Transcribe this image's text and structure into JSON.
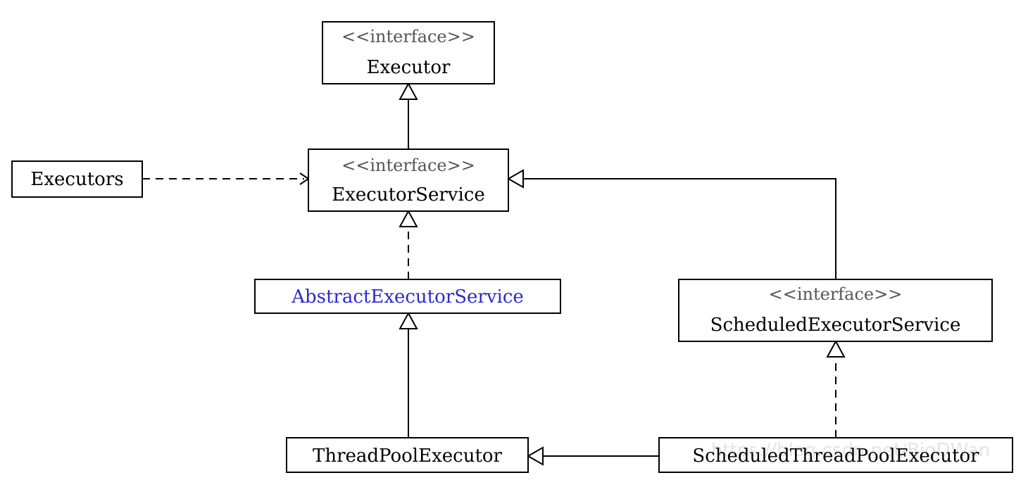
{
  "nodes": {
    "executor": {
      "stereotype": "<<interface>>",
      "name": "Executor"
    },
    "executors": {
      "name": "Executors"
    },
    "executor_service": {
      "stereotype": "<<interface>>",
      "name": "ExecutorService"
    },
    "abstract_executor_service": {
      "name": "AbstractExecutorService",
      "color": "#2a2acf"
    },
    "scheduled_executor_service": {
      "stereotype": "<<interface>>",
      "name": "ScheduledExecutorService"
    },
    "thread_pool_executor": {
      "name": "ThreadPoolExecutor"
    },
    "scheduled_thread_pool_executor": {
      "name": "ScheduledThreadPoolExecutor"
    }
  },
  "edges": [
    {
      "from": "Executors",
      "to": "ExecutorService",
      "kind": "dependency"
    },
    {
      "from": "ExecutorService",
      "to": "Executor",
      "kind": "generalization"
    },
    {
      "from": "AbstractExecutorService",
      "to": "ExecutorService",
      "kind": "realization"
    },
    {
      "from": "ScheduledExecutorService",
      "to": "ExecutorService",
      "kind": "generalization"
    },
    {
      "from": "ThreadPoolExecutor",
      "to": "AbstractExecutorService",
      "kind": "generalization"
    },
    {
      "from": "ScheduledThreadPoolExecutor",
      "to": "ThreadPoolExecutor",
      "kind": "generalization"
    },
    {
      "from": "ScheduledThreadPoolExecutor",
      "to": "ScheduledExecutorService",
      "kind": "realization"
    }
  ],
  "watermark": {
    "text": "https://blog.csdn.net/BigDWan"
  }
}
